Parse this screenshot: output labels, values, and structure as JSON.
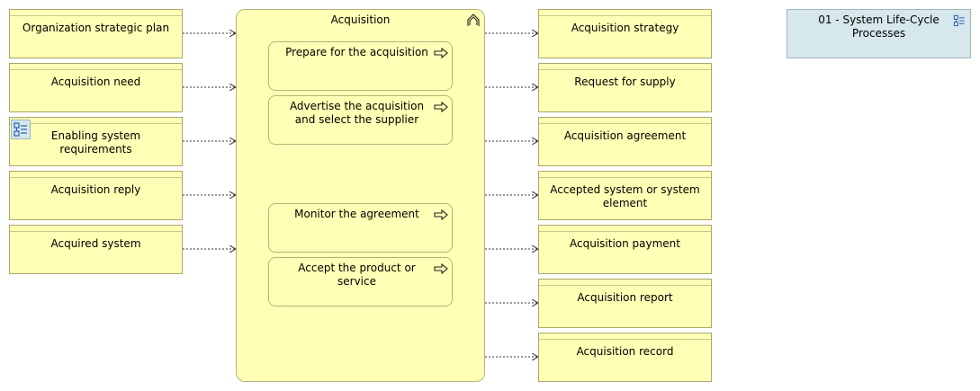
{
  "inputs": [
    {
      "label": "Organization strategic plan"
    },
    {
      "label": "Acquisition need"
    },
    {
      "label": "Enabling system requirements"
    },
    {
      "label": "Acquisition reply"
    },
    {
      "label": "Acquired system"
    }
  ],
  "process": {
    "title": "Acquisition",
    "icon": "function-icon",
    "subprocesses": [
      {
        "label": "Prepare for the acquisition",
        "icon": "process-arrow-icon"
      },
      {
        "label": "Advertise the acquisition and select the supplier",
        "icon": "process-arrow-icon"
      },
      {
        "label": "Monitor the agreement",
        "icon": "process-arrow-icon"
      },
      {
        "label": "Accept the product or service",
        "icon": "process-arrow-icon"
      }
    ]
  },
  "outputs": [
    {
      "label": "Acquisition strategy"
    },
    {
      "label": "Request for supply"
    },
    {
      "label": "Acquisition agreement"
    },
    {
      "label": "Accepted system or system element"
    },
    {
      "label": "Acquisition payment"
    },
    {
      "label": "Acquisition report"
    },
    {
      "label": "Acquisition record"
    }
  ],
  "reference": {
    "label": "01 - System Life-Cycle Processes",
    "icon": "model-reference-icon"
  },
  "colors": {
    "object_fill": "#ffffb5",
    "reference_fill": "#d6e8ec",
    "connector": "#333333"
  }
}
